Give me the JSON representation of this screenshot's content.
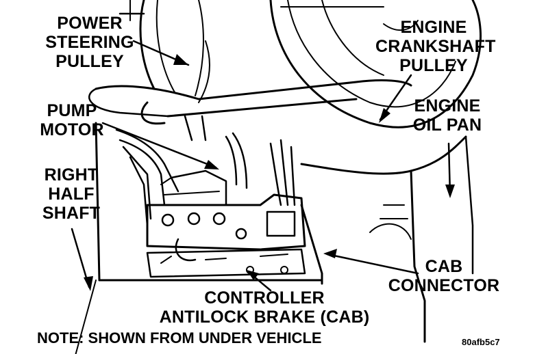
{
  "labels": {
    "power_steering_pulley": [
      "POWER",
      "STEERING",
      "PULLEY"
    ],
    "engine_crankshaft_pulley": [
      "ENGINE",
      "CRANKSHAFT",
      "PULLEY"
    ],
    "pump_motor": [
      "PUMP",
      "MOTOR"
    ],
    "engine_oil_pan": [
      "ENGINE",
      "OIL PAN"
    ],
    "right_half_shaft": [
      "RIGHT",
      "HALF",
      "SHAFT"
    ],
    "cab_connector": [
      "CAB",
      "CONNECTOR"
    ],
    "controller": [
      "CONTROLLER",
      "ANTILOCK BRAKE (CAB)"
    ]
  },
  "note": "NOTE: SHOWN FROM UNDER VEHICLE",
  "figure_code": "80afb5c7",
  "colors": {
    "ink": "#000000",
    "paper": "#ffffff"
  }
}
